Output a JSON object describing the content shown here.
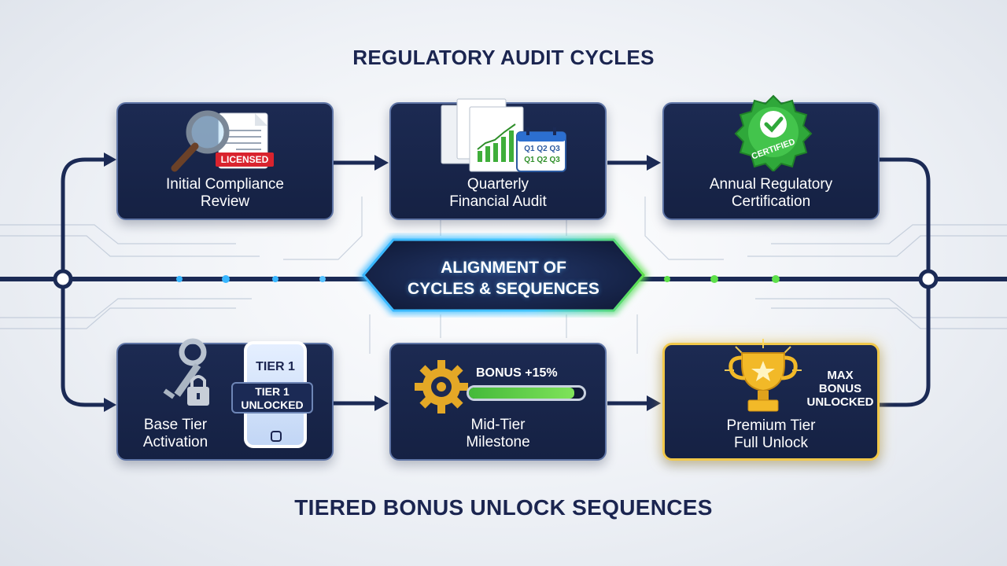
{
  "titles": {
    "top": "REGULATORY AUDIT CYCLES",
    "bottom": "TIERED BONUS UNLOCK SEQUENCES"
  },
  "hub": {
    "line1": "ALIGNMENT OF",
    "line2": "CYCLES & SEQUENCES"
  },
  "audit_cards": [
    {
      "line1": "Initial Compliance",
      "line2": "Review",
      "badge": "LICENSED",
      "icon": "magnifier-document-icon"
    },
    {
      "line1": "Quarterly",
      "line2": "Financial Audit",
      "calendar_row1": "Q1 Q2 Q3",
      "calendar_row2": "Q1 Q2 Q3",
      "icon": "financial-report-calendar-icon"
    },
    {
      "line1": "Annual Regulatory",
      "line2": "Certification",
      "seal": "CERTIFIED",
      "icon": "certified-seal-icon"
    }
  ],
  "bonus_cards": [
    {
      "line1": "Base Tier",
      "line2": "Activation",
      "phone_tier": "TIER 1",
      "phone_badge_1": "TIER 1",
      "phone_badge_2": "UNLOCKED",
      "icon": "key-padlock-phone-icon"
    },
    {
      "line1": "Mid-Tier",
      "line2": "Milestone",
      "bonus": "BONUS +15%",
      "progress": 0.92,
      "icon": "gear-progress-icon"
    },
    {
      "line1": "Premium Tier",
      "line2": "Full Unlock",
      "max_1": "MAX",
      "max_2": "BONUS",
      "max_3": "UNLOCKED",
      "icon": "trophy-icon"
    }
  ],
  "colors": {
    "navy": "#1b2550",
    "card": "#1c2a52",
    "connector": "#1b2a55",
    "blue_glow": "#38b6ff",
    "green_glow": "#5ee04a",
    "gold": "#f1c84a",
    "badge_red": "#d9232e"
  }
}
